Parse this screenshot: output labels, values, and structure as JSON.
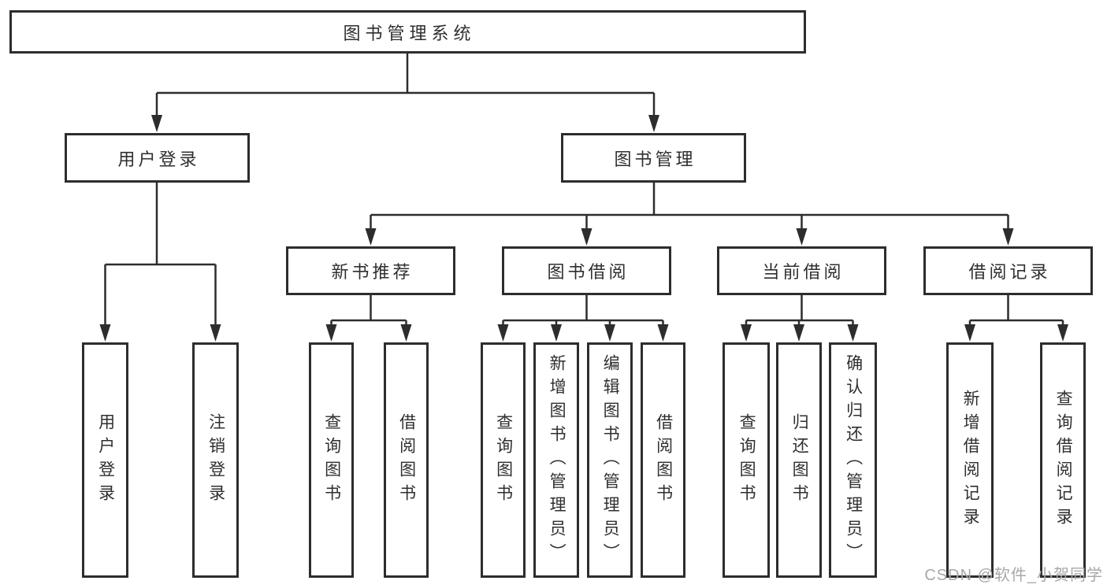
{
  "diagram": {
    "watermark": "CSDN @软件_小贺同学",
    "colors": {
      "line": "#2d2d2d",
      "border": "#2d2d2d",
      "text": "#2f2f2f",
      "background": "#ffffff",
      "watermark": "#a8a8a8"
    },
    "tree": {
      "label": "图书管理系统",
      "children": [
        {
          "label": "用户登录",
          "children": [
            {
              "label": "用户登录"
            },
            {
              "label": "注销登录"
            }
          ]
        },
        {
          "label": "图书管理",
          "children": [
            {
              "label": "新书推荐",
              "children": [
                {
                  "label": "查询图书"
                },
                {
                  "label": "借阅图书"
                }
              ]
            },
            {
              "label": "图书借阅",
              "children": [
                {
                  "label": "查询图书"
                },
                {
                  "label": "新增图书（管理员）"
                },
                {
                  "label": "编辑图书（管理员）"
                },
                {
                  "label": "借阅图书"
                }
              ]
            },
            {
              "label": "当前借阅",
              "children": [
                {
                  "label": "查询图书"
                },
                {
                  "label": "归还图书"
                },
                {
                  "label": "确认归还（管理员）"
                }
              ]
            },
            {
              "label": "借阅记录",
              "children": [
                {
                  "label": "新增借阅记录"
                },
                {
                  "label": "查询借阅记录"
                }
              ]
            }
          ]
        }
      ]
    }
  }
}
